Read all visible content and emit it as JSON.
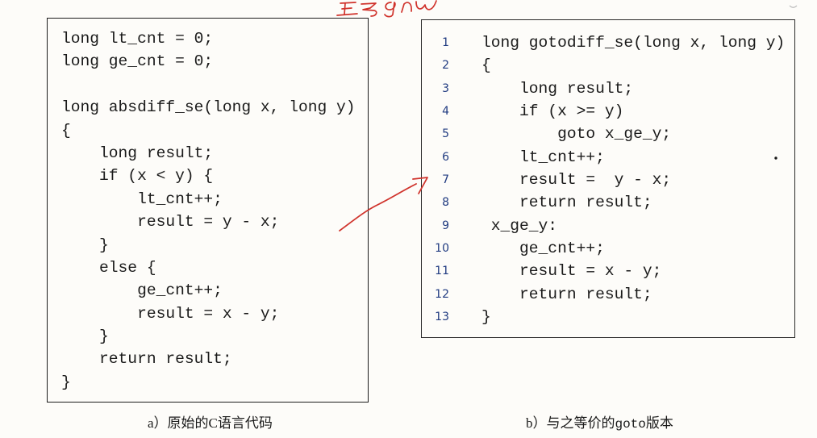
{
  "colors": {
    "page_background": "#fdfcf9",
    "ink": "#1a1a1a",
    "line_number": "#1f3a80",
    "annotation": "#d0332c"
  },
  "icons": {
    "annotation_arrow": "arrow-icon"
  },
  "panel_a": {
    "code_lines": [
      "long lt_cnt = 0;",
      "long ge_cnt = 0;",
      "",
      "long absdiff_se(long x, long y)",
      "{",
      "    long result;",
      "    if (x < y) {",
      "        lt_cnt++;",
      "        result = y - x;",
      "    }",
      "    else {",
      "        ge_cnt++;",
      "        result = x - y;",
      "    }",
      "    return result;",
      "}"
    ],
    "caption": {
      "label": "a）",
      "text": "原始的C语言代码"
    }
  },
  "panel_b": {
    "line_numbers": [
      "1",
      "2",
      "3",
      "4",
      "5",
      "6",
      "7",
      "8",
      "9",
      "10",
      "11",
      "12",
      "13"
    ],
    "code_lines": [
      "long gotodiff_se(long x, long y)",
      "{",
      "    long result;",
      "    if (x >= y)",
      "        goto x_ge_y;",
      "    lt_cnt++;",
      "    result =  y - x;",
      "    return result;",
      " x_ge_y:",
      "    ge_cnt++;",
      "    result = x - y;",
      "    return result;",
      "}"
    ],
    "caption": {
      "label": "b）",
      "text_before": "与之等价的",
      "code": "goto",
      "text_after": "版本"
    }
  }
}
